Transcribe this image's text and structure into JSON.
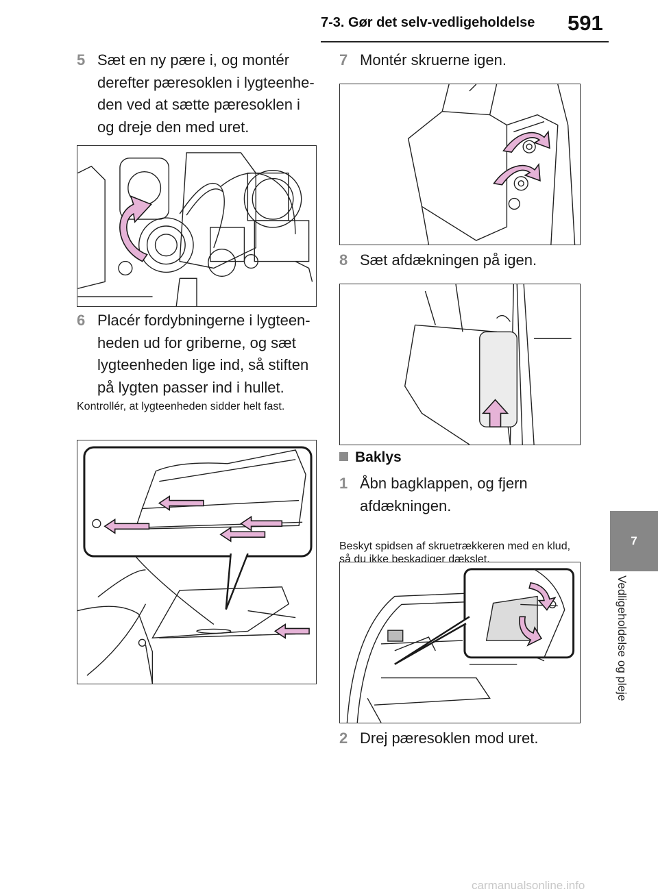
{
  "header": {
    "title": "7-3. Gør det selv-vedligeholdelse",
    "page_number": "591"
  },
  "side_tab": {
    "chapter": "7",
    "label": "Vedligeholdelse og pleje"
  },
  "left_column": {
    "step5": {
      "num": "5",
      "text": "Sæt en ny pære i, og montér derefter pæresoklen i lygteenhe-den ved at sætte pæresoklen i og dreje den med uret."
    },
    "step6": {
      "num": "6",
      "text": "Placér fordybningerne i lygteen-heden ud for griberne, og sæt lygteenheden lige ind, så stiften på lygten passer ind i hullet."
    },
    "note6": "Kontrollér, at lygteenheden sidder helt fast."
  },
  "right_column": {
    "step7": {
      "num": "7",
      "text": "Montér skruerne igen."
    },
    "step8": {
      "num": "8",
      "text": "Sæt afdækningen på igen."
    },
    "section": "Baklys",
    "step1": {
      "num": "1",
      "text": "Åbn bagklappen, og fjern afdækningen."
    },
    "note1": "Beskyt spidsen af skruetrækkeren med en klud, så du ikke beskadiger dækslet.",
    "step2": {
      "num": "2",
      "text": "Drej pæresoklen mod uret."
    }
  },
  "watermark": "carmanualsonline.info",
  "colors": {
    "arrow_fill": "#e6b3d7",
    "arrow_stroke": "#1a1a1a",
    "tab_gray": "#878787",
    "step_num_gray": "#8c8c8c"
  }
}
